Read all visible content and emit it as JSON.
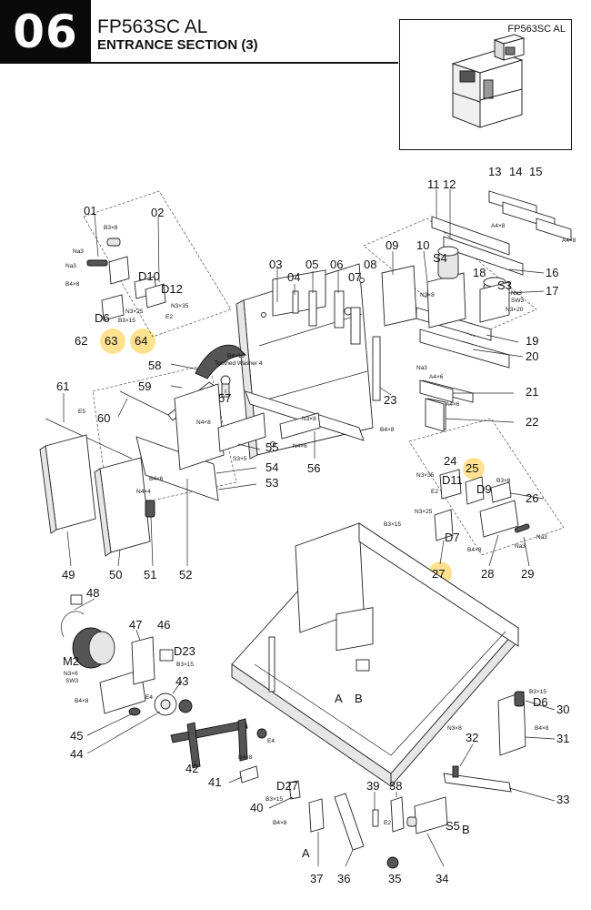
{
  "header": {
    "section_number": "06",
    "model": "FP563SC AL",
    "section_title": "ENTRANCE SECTION (3)"
  },
  "thumbnail": {
    "label": "FP563SC AL"
  },
  "colors": {
    "highlight": "#ffd76a",
    "ink": "#111111"
  },
  "diagram": {
    "part_numbers": [
      "01",
      "02",
      "03",
      "04",
      "05",
      "06",
      "07",
      "08",
      "09",
      "10",
      "11",
      "12",
      "13",
      "14",
      "15",
      "16",
      "17",
      "18",
      "19",
      "20",
      "21",
      "22",
      "23",
      "24",
      "25",
      "26",
      "27",
      "28",
      "29",
      "30",
      "31",
      "32",
      "33",
      "34",
      "35",
      "36",
      "37",
      "38",
      "39",
      "40",
      "41",
      "42",
      "43",
      "44",
      "45",
      "46",
      "47",
      "48",
      "49",
      "50",
      "51",
      "52",
      "53",
      "54",
      "55",
      "56",
      "57",
      "58",
      "59",
      "60",
      "61",
      "62",
      "63",
      "64"
    ],
    "highlighted": [
      "63",
      "64",
      "25",
      "27"
    ],
    "component_labels": [
      "S4",
      "S3",
      "D10",
      "D12",
      "D6",
      "D11",
      "D9",
      "D7",
      "D6",
      "D23",
      "D27",
      "M2",
      "S5",
      "A",
      "B",
      "A",
      "B"
    ],
    "screw_labels": [
      "B3×8",
      "Na3",
      "Na3",
      "B4×8",
      "N3×25",
      "N3×35",
      "B3×15",
      "E2",
      "B4×10",
      "A4×8",
      "A4×8",
      "N3×8",
      "N3×20",
      "Na3",
      "SW3",
      "Na3",
      "A4×6",
      "A4×6",
      "N4×8",
      "S3×5",
      "N3×8",
      "N4×6",
      "B4×8",
      "N3×35",
      "E2",
      "B3×8",
      "N3×25",
      "B3×15",
      "B4×8",
      "Na3",
      "Na3",
      "E5",
      "B4×6",
      "N4×4",
      "N3×6",
      "SW3",
      "B4×8",
      "E4",
      "B3×15",
      "E4",
      "B4×8",
      "B3×15",
      "B4×8",
      "N3×8",
      "B4×8",
      "B3×15",
      "E2"
    ],
    "washer_label": "Toothed Washer 4"
  }
}
